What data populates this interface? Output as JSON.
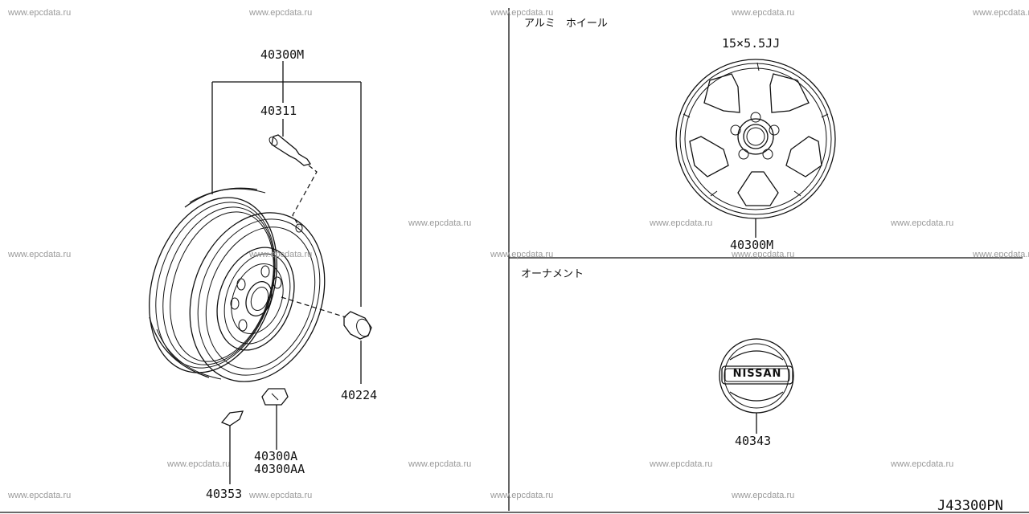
{
  "watermark": "www.epcdata.ru",
  "sections": {
    "alloy_wheel_title": "アルミ　ホイール",
    "ornament_title": "オーナメント",
    "wheel_size": "15×5.5JJ",
    "emblem_text": "NISSAN"
  },
  "parts": {
    "wheel_assembly": "40300M",
    "valve": "40311",
    "nut": "40224",
    "weight_a": "40300A",
    "weight_aa": "40300AA",
    "weight_b": "40353",
    "alloy_wheel": "40300M",
    "ornament": "40343"
  },
  "diagram_code": "J43300PN"
}
